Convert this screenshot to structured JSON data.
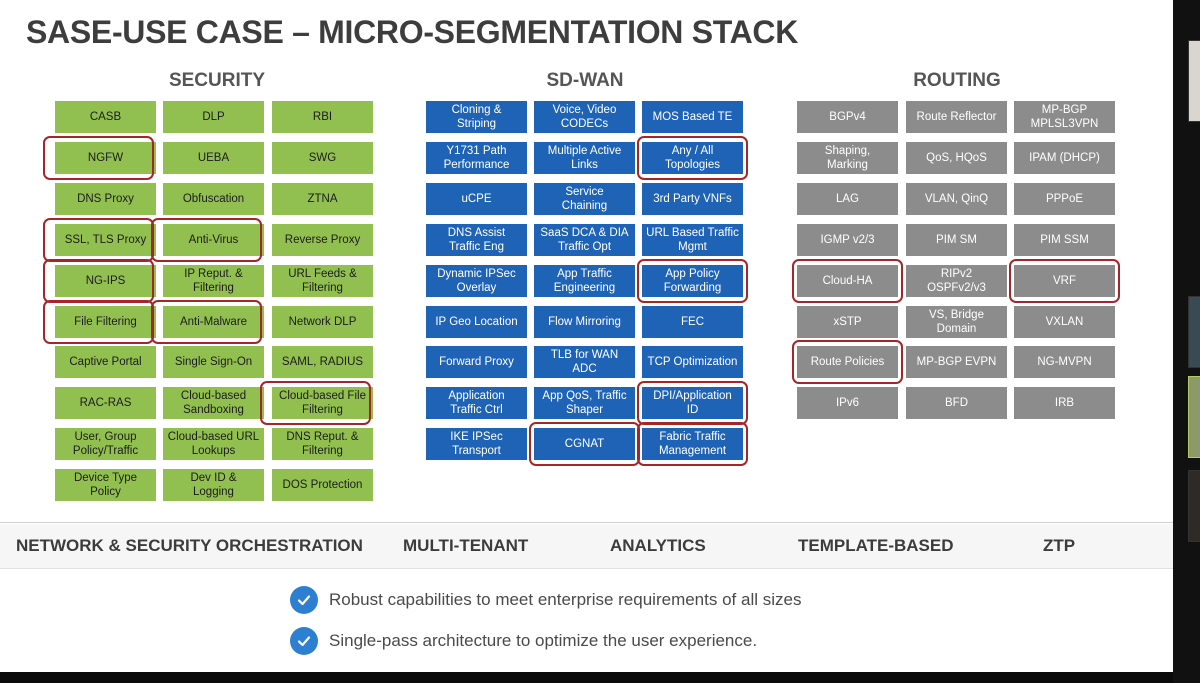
{
  "slide": {
    "title": "SASE-USE CASE – MICRO-SEGMENTATION STACK",
    "columns": [
      {
        "id": "security",
        "heading": "SECURITY",
        "cells": [
          {
            "label": "CASB",
            "highlighted": false
          },
          {
            "label": "DLP",
            "highlighted": false
          },
          {
            "label": "RBI",
            "highlighted": false
          },
          {
            "label": "NGFW",
            "highlighted": true
          },
          {
            "label": "UEBA",
            "highlighted": false
          },
          {
            "label": "SWG",
            "highlighted": false
          },
          {
            "label": "DNS Proxy",
            "highlighted": false
          },
          {
            "label": "Obfuscation",
            "highlighted": false
          },
          {
            "label": "ZTNA",
            "highlighted": false
          },
          {
            "label": "SSL, TLS Proxy",
            "highlighted": true
          },
          {
            "label": "Anti-Virus",
            "highlighted": true
          },
          {
            "label": "Reverse Proxy",
            "highlighted": false
          },
          {
            "label": "NG-IPS",
            "highlighted": true
          },
          {
            "label": "IP Reput. &\nFiltering",
            "highlighted": false
          },
          {
            "label": "URL Feeds &\nFiltering",
            "highlighted": false
          },
          {
            "label": "File Filtering",
            "highlighted": true
          },
          {
            "label": "Anti-Malware",
            "highlighted": true
          },
          {
            "label": "Network DLP",
            "highlighted": false
          },
          {
            "label": "Captive Portal",
            "highlighted": false
          },
          {
            "label": "Single Sign-On",
            "highlighted": false
          },
          {
            "label": "SAML, RADIUS",
            "highlighted": false
          },
          {
            "label": "RAC-RAS",
            "highlighted": false
          },
          {
            "label": "Cloud-based\nSandboxing",
            "highlighted": false
          },
          {
            "label": "Cloud-based File\nFiltering",
            "highlighted": true
          },
          {
            "label": "User, Group\nPolicy/Traffic",
            "highlighted": false
          },
          {
            "label": "Cloud-based URL\nLookups",
            "highlighted": false
          },
          {
            "label": "DNS Reput. &\nFiltering",
            "highlighted": false
          },
          {
            "label": "Device Type\nPolicy",
            "highlighted": false
          },
          {
            "label": "Dev ID &\nLogging",
            "highlighted": false
          },
          {
            "label": "DOS Protection",
            "highlighted": false
          }
        ]
      },
      {
        "id": "sdwan",
        "heading": "SD-WAN",
        "cells": [
          {
            "label": "Cloning &\nStriping",
            "highlighted": false
          },
          {
            "label": "Voice, Video\nCODECs",
            "highlighted": false
          },
          {
            "label": "MOS Based TE",
            "highlighted": false
          },
          {
            "label": "Y1731 Path\nPerformance",
            "highlighted": false
          },
          {
            "label": "Multiple Active\nLinks",
            "highlighted": false
          },
          {
            "label": "Any / All\nTopologies",
            "highlighted": true
          },
          {
            "label": "uCPE",
            "highlighted": false
          },
          {
            "label": "Service\nChaining",
            "highlighted": false
          },
          {
            "label": "3rd Party VNFs",
            "highlighted": false
          },
          {
            "label": "DNS Assist\nTraffic Eng",
            "highlighted": false
          },
          {
            "label": "SaaS DCA & DIA\nTraffic Opt",
            "highlighted": false
          },
          {
            "label": "URL Based Traffic\nMgmt",
            "highlighted": false
          },
          {
            "label": "Dynamic IPSec\nOverlay",
            "highlighted": false
          },
          {
            "label": "App Traffic\nEngineering",
            "highlighted": false
          },
          {
            "label": "App Policy\nForwarding",
            "highlighted": true
          },
          {
            "label": "IP Geo Location",
            "highlighted": false
          },
          {
            "label": "Flow Mirroring",
            "highlighted": false
          },
          {
            "label": "FEC",
            "highlighted": false
          },
          {
            "label": "Forward Proxy",
            "highlighted": false
          },
          {
            "label": "TLB for WAN\nADC",
            "highlighted": false
          },
          {
            "label": "TCP Optimization",
            "highlighted": false
          },
          {
            "label": "Application\nTraffic Ctrl",
            "highlighted": false
          },
          {
            "label": "App QoS, Traffic\nShaper",
            "highlighted": false
          },
          {
            "label": "DPI/Application\nID",
            "highlighted": true
          },
          {
            "label": "IKE IPSec\nTransport",
            "highlighted": false
          },
          {
            "label": "CGNAT",
            "highlighted": true
          },
          {
            "label": "Fabric Traffic\nManagement",
            "highlighted": true
          }
        ]
      },
      {
        "id": "routing",
        "heading": "ROUTING",
        "cells": [
          {
            "label": "BGPv4",
            "highlighted": false
          },
          {
            "label": "Route Reflector",
            "highlighted": false
          },
          {
            "label": "MP-BGP\nMPLSL3VPN",
            "highlighted": false
          },
          {
            "label": "Shaping,\nMarking",
            "highlighted": false
          },
          {
            "label": "QoS, HQoS",
            "highlighted": false
          },
          {
            "label": "IPAM (DHCP)",
            "highlighted": false
          },
          {
            "label": "LAG",
            "highlighted": false
          },
          {
            "label": "VLAN, QinQ",
            "highlighted": false
          },
          {
            "label": "PPPoE",
            "highlighted": false
          },
          {
            "label": "IGMP v2/3",
            "highlighted": false
          },
          {
            "label": "PIM SM",
            "highlighted": false
          },
          {
            "label": "PIM SSM",
            "highlighted": false
          },
          {
            "label": "Cloud-HA",
            "highlighted": true
          },
          {
            "label": "RIPv2\nOSPFv2/v3",
            "highlighted": false
          },
          {
            "label": "VRF",
            "highlighted": true
          },
          {
            "label": "xSTP",
            "highlighted": false
          },
          {
            "label": "VS, Bridge\nDomain",
            "highlighted": false
          },
          {
            "label": "VXLAN",
            "highlighted": false
          },
          {
            "label": "Route Policies",
            "highlighted": true
          },
          {
            "label": "MP-BGP EVPN",
            "highlighted": false
          },
          {
            "label": "NG-MVPN",
            "highlighted": false
          },
          {
            "label": "IPv6",
            "highlighted": false
          },
          {
            "label": "BFD",
            "highlighted": false
          },
          {
            "label": "IRB",
            "highlighted": false
          }
        ]
      }
    ],
    "band_labels": [
      "NETWORK & SECURITY ORCHESTRATION",
      "MULTI-TENANT",
      "ANALYTICS",
      "TEMPLATE-BASED",
      "ZTP"
    ],
    "bullets": [
      "Robust capabilities to meet enterprise requirements of all sizes",
      "Single-pass architecture to optimize the user experience."
    ]
  },
  "colors": {
    "security": "#92c050",
    "sdwan": "#1f63b6",
    "routing": "#8c8c8c",
    "highlight": "#a3262b",
    "check": "#2d7fd1"
  },
  "icons": {
    "bullet": "check-circle-icon"
  }
}
